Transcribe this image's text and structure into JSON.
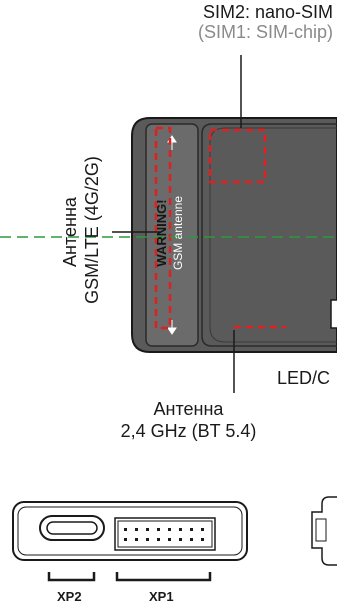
{
  "labels": {
    "sim_line1": "SIM2: nano-SIM",
    "sim_line2": "(SIM1: SIM-chip)",
    "gsm_line1": "Антенна",
    "gsm_line2": "GSM/LTE (4G/2G)",
    "bt_line1": "Антенна",
    "bt_line2": "2,4 GHz (BT 5.4)",
    "led": "LED/C",
    "xp2": "XP2",
    "xp1": "XP1"
  },
  "device_print": {
    "warning": "WARNING!",
    "gsm_antenne": "GSM antenne"
  },
  "colors": {
    "outline": "#1a1a1a",
    "device_fill": "#5a5a5a",
    "marker_red": "#e02020",
    "center_line_green": "#2a9a3a",
    "secondary_text": "#8a8a8a"
  }
}
